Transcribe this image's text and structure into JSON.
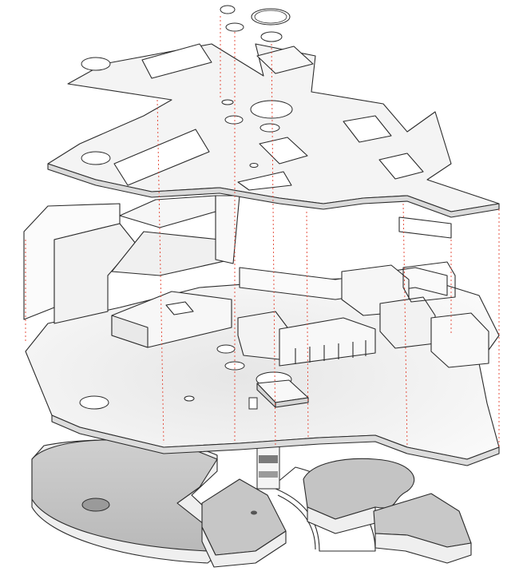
{
  "diagram": {
    "description_colors": {
      "paper": "#ffffff",
      "plate_top": "#f3f3f3",
      "plate_side": "#d8d8d8",
      "walls": "#fafafa",
      "dark_mass": "#b8b8b8",
      "dark_mass_top": "#c9c9c9",
      "guide_lines": "#e2412f",
      "stroke": "#2b2b2b"
    },
    "layers": [
      "roof-plate",
      "walls-layer",
      "floor-plate",
      "base-masses"
    ]
  }
}
